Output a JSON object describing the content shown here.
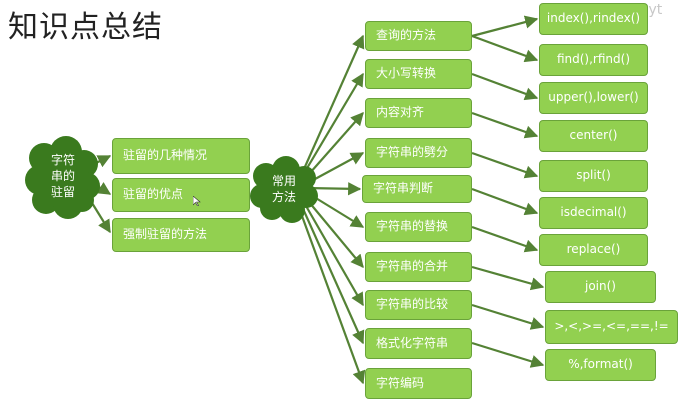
{
  "title": "知识点总结",
  "watermark_text": "Pyt",
  "clouds": {
    "intern": [
      "字符",
      "串的",
      "驻留"
    ],
    "common": [
      "常用",
      "方法"
    ]
  },
  "intern_items": [
    "驻留的几种情况",
    "驻留的优点",
    "强制驻留的方法"
  ],
  "categories": [
    "查询的方法",
    "大小写转换",
    "内容对齐",
    "字符串的劈分",
    "字符串判断",
    "字符串的替换",
    "字符串的合并",
    "字符串的比较",
    "格式化字符串",
    "字符编码"
  ],
  "methods": [
    "index(),rindex()",
    "find(),rfind()",
    "upper(),lower()",
    "center()",
    "split()",
    "isdecimal()",
    "replace()",
    "join()",
    ">,<,>=,<=,==,!=",
    "%,format()"
  ],
  "colors": {
    "box_fill": "#92d050",
    "box_border": "#6aa33a",
    "cloud_fill": "#3a7a1e",
    "arrow": "#548235"
  }
}
